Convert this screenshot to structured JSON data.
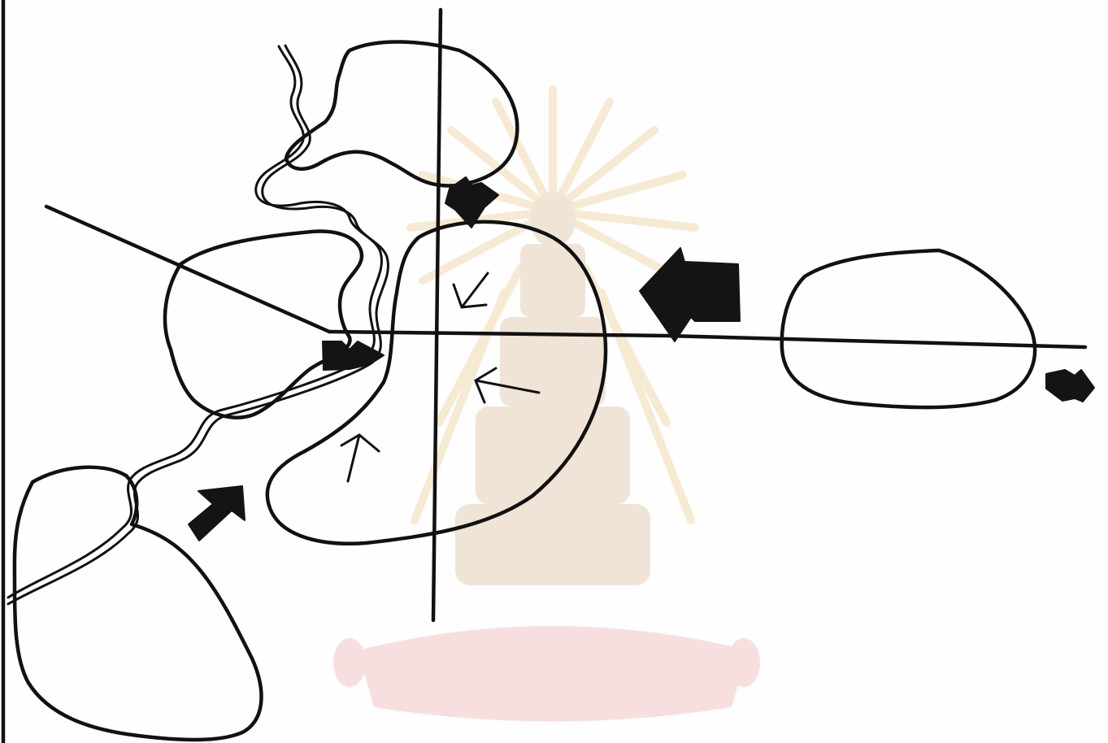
{
  "watermark": {
    "type": "university-seal",
    "colors": {
      "rays": "#f6ead2",
      "base": "#efe4d6",
      "drape": "#f7dfe0"
    }
  },
  "ink_color": "#111111",
  "sketch": {
    "regions": [
      "top-blob",
      "left-blob",
      "central-blob",
      "bottom-left-blob",
      "right-oval"
    ],
    "arrows": [
      "thick-arrow-right-pointing",
      "thick-arrow-down",
      "thick-arrow-left",
      "thick-arrow-right-edge",
      "thick-arrow-up-right"
    ],
    "small_arrows": [
      "inner-arrow-down-left",
      "inner-arrow-left",
      "inner-arrow-up"
    ],
    "lines": [
      "left-border-line",
      "vertical-axis-line",
      "horizontal-axis-line",
      "diagonal-line"
    ],
    "rivers": [
      "winding-double-line-river"
    ]
  }
}
